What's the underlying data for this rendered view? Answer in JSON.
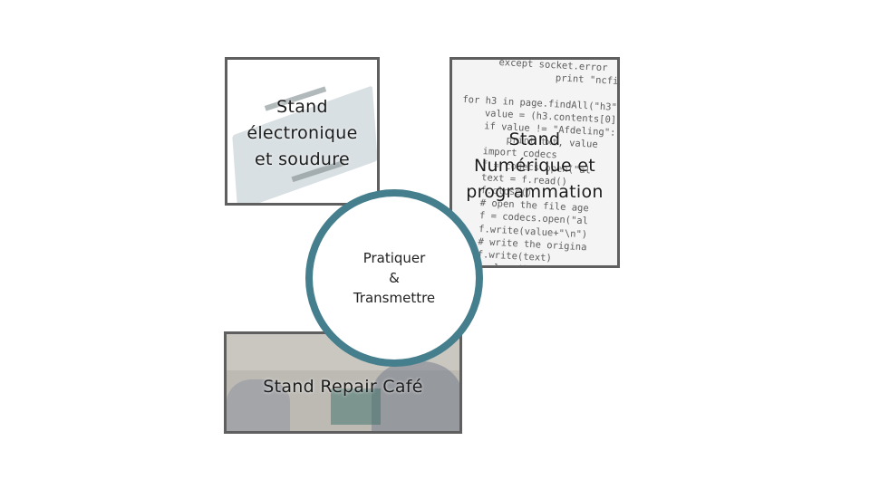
{
  "tiles": {
    "electronics": {
      "label": "Stand\nélectronique\net soudure"
    },
    "code": {
      "label": "Stand\nNumérique et\nprogrammation",
      "code_text": "      except socket.error\n                print \"ncfi\n\nfor h3 in page.findAll(\"h3\"\n    value = (h3.contents[0]\n    if value != \"Afdeling\":\n        print txt, value\n    import codecs\n    f = codecs.open(\"al\n    text = f.read()\n    f.close()\n    # open the file age\n    f = codecs.open(\"al\n    f.write(value+\"\\n\")\n    # write the origina\n    f.write(text)\n    f.close()"
    },
    "repair": {
      "label": "Stand Repair Café"
    }
  },
  "center": {
    "line1": "Pratiquer",
    "line2": "&",
    "line3": "Transmettre"
  },
  "colors": {
    "circle_border": "#457e8c",
    "tile_border": "#5f5f5f"
  }
}
